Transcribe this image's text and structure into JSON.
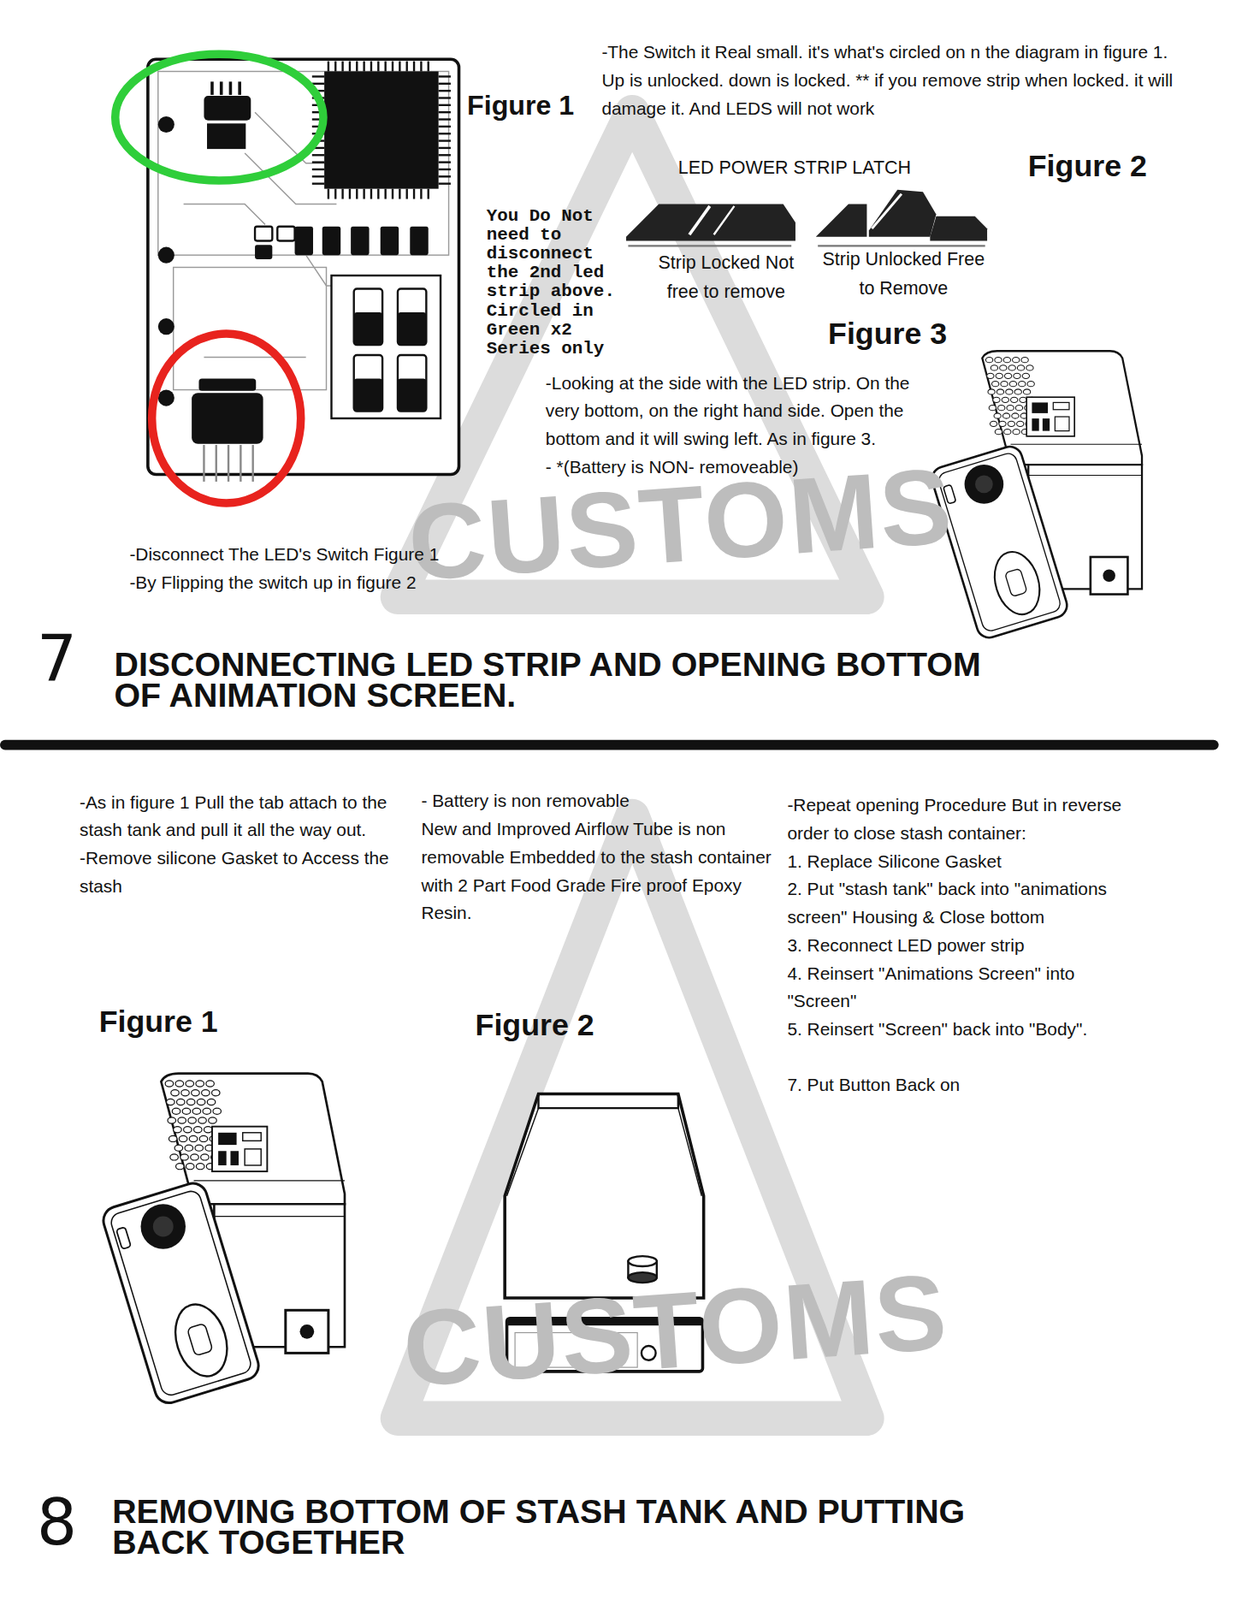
{
  "diagram": {
    "labels": [
      "Figure 1",
      "-The Switch it Real small. it's what's circled on n the diagram in figure 1. Up is unlocked. down is locked. ** if you remove strip when locked. it will damage it. And LEDS will not work",
      "LED POWER STRIP LATCH",
      "Figure 2",
      "You Do Not need to disconnect the 2nd led strip above. Circled in Green x2 Series only",
      "Strip Locked Not free to remove",
      "Strip Unlocked Free to Remove",
      "Figure 3",
      "-Looking at the side with the LED strip. On the very bottom, on the right hand side. Open the bottom and it will swing left. As in figure 3.",
      "- *(Battery is NON- removeable)",
      "-Disconnect The LED's Switch Figure 1",
      "-By Flipping the switch up in figure 2",
      "7",
      "DISCONNECTING LED STRIP AND OPENING BOTTOM OF ANIMATION SCREEN.",
      "-As in figure 1 Pull the tab attach to the stash tank and pull it all the way out.",
      "-Remove silicone Gasket to Access the stash",
      "- Battery is non removable",
      "New and Improved Airflow Tube is non removable Embedded to the stash container with 2 Part Food Grade Fire proof Epoxy Resin.",
      "-Repeat opening Procedure But in reverse order to close stash container:",
      "1. Replace Silicone Gasket",
      "2. Put \"stash tank\" back into \"animations screen\" Housing & Close bottom",
      "3. Reconnect LED power strip",
      "4. Reinsert \"Animations Screen\" into \"Screen\"",
      "5. Reinsert \"Screen\" back into \"Body\".",
      "7. Put Button Back on",
      "Figure 1",
      "Figure 2",
      "8",
      "REMOVING BOTTOM OF STASH TANK AND PUTTING BACK TOGETHER",
      "CUSTOMS",
      "CUSTOMS"
    ]
  }
}
